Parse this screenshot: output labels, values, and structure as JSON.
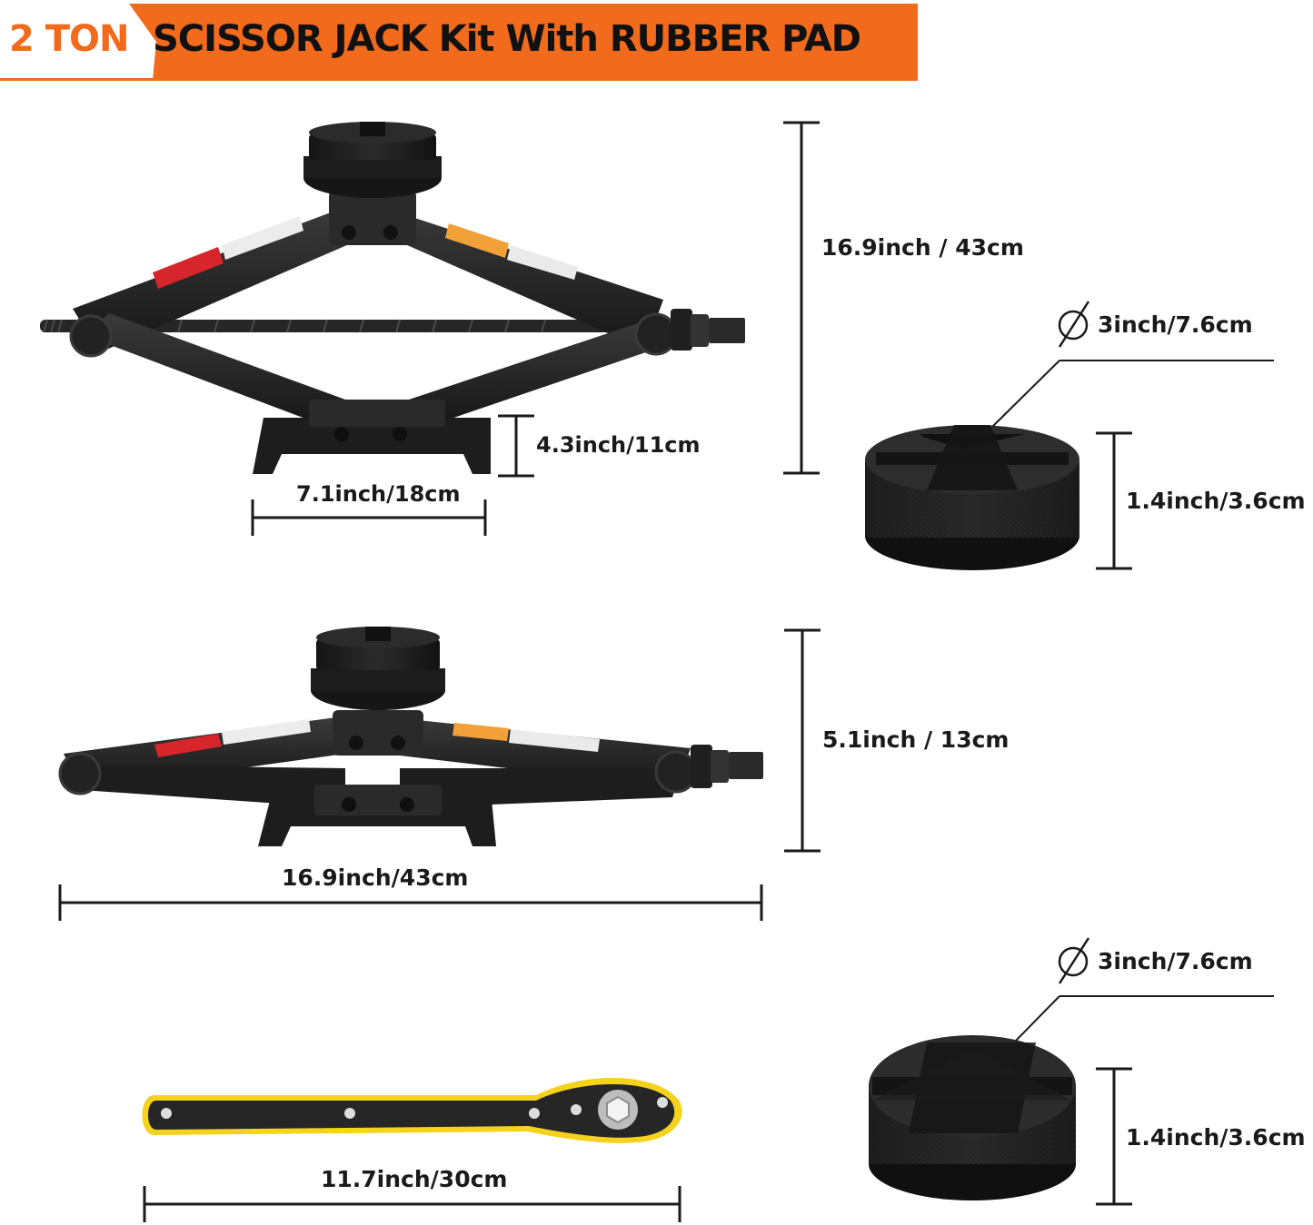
{
  "banner": {
    "capacity": "2 TON",
    "title": "SCISSOR JACK Kit With RUBBER PAD",
    "accent_color": "#f26a1b"
  },
  "dimensions": {
    "raised_height": "16.9inch / 43cm",
    "base_height": "4.3inch/11cm",
    "base_width": "7.1inch/18cm",
    "pad1_diameter": "3inch/7.6cm",
    "pad1_height": "1.4inch/3.6cm",
    "lowered_height": "5.1inch / 13cm",
    "jack_length": "16.9inch/43cm",
    "pad2_diameter": "3inch/7.6cm",
    "pad2_height": "1.4inch/3.6cm",
    "wrench_length": "11.7inch/30cm"
  },
  "icons": {
    "diameter": "diameter-icon",
    "jack": "scissor-jack-icon",
    "pad": "rubber-pad-icon",
    "wrench": "ratchet-wrench-icon"
  },
  "colors": {
    "product": "#1e1e1e",
    "warning_label_red": "#d7262b",
    "warning_label_orange": "#f2a03a",
    "wrench_trim": "#f5d21c"
  }
}
